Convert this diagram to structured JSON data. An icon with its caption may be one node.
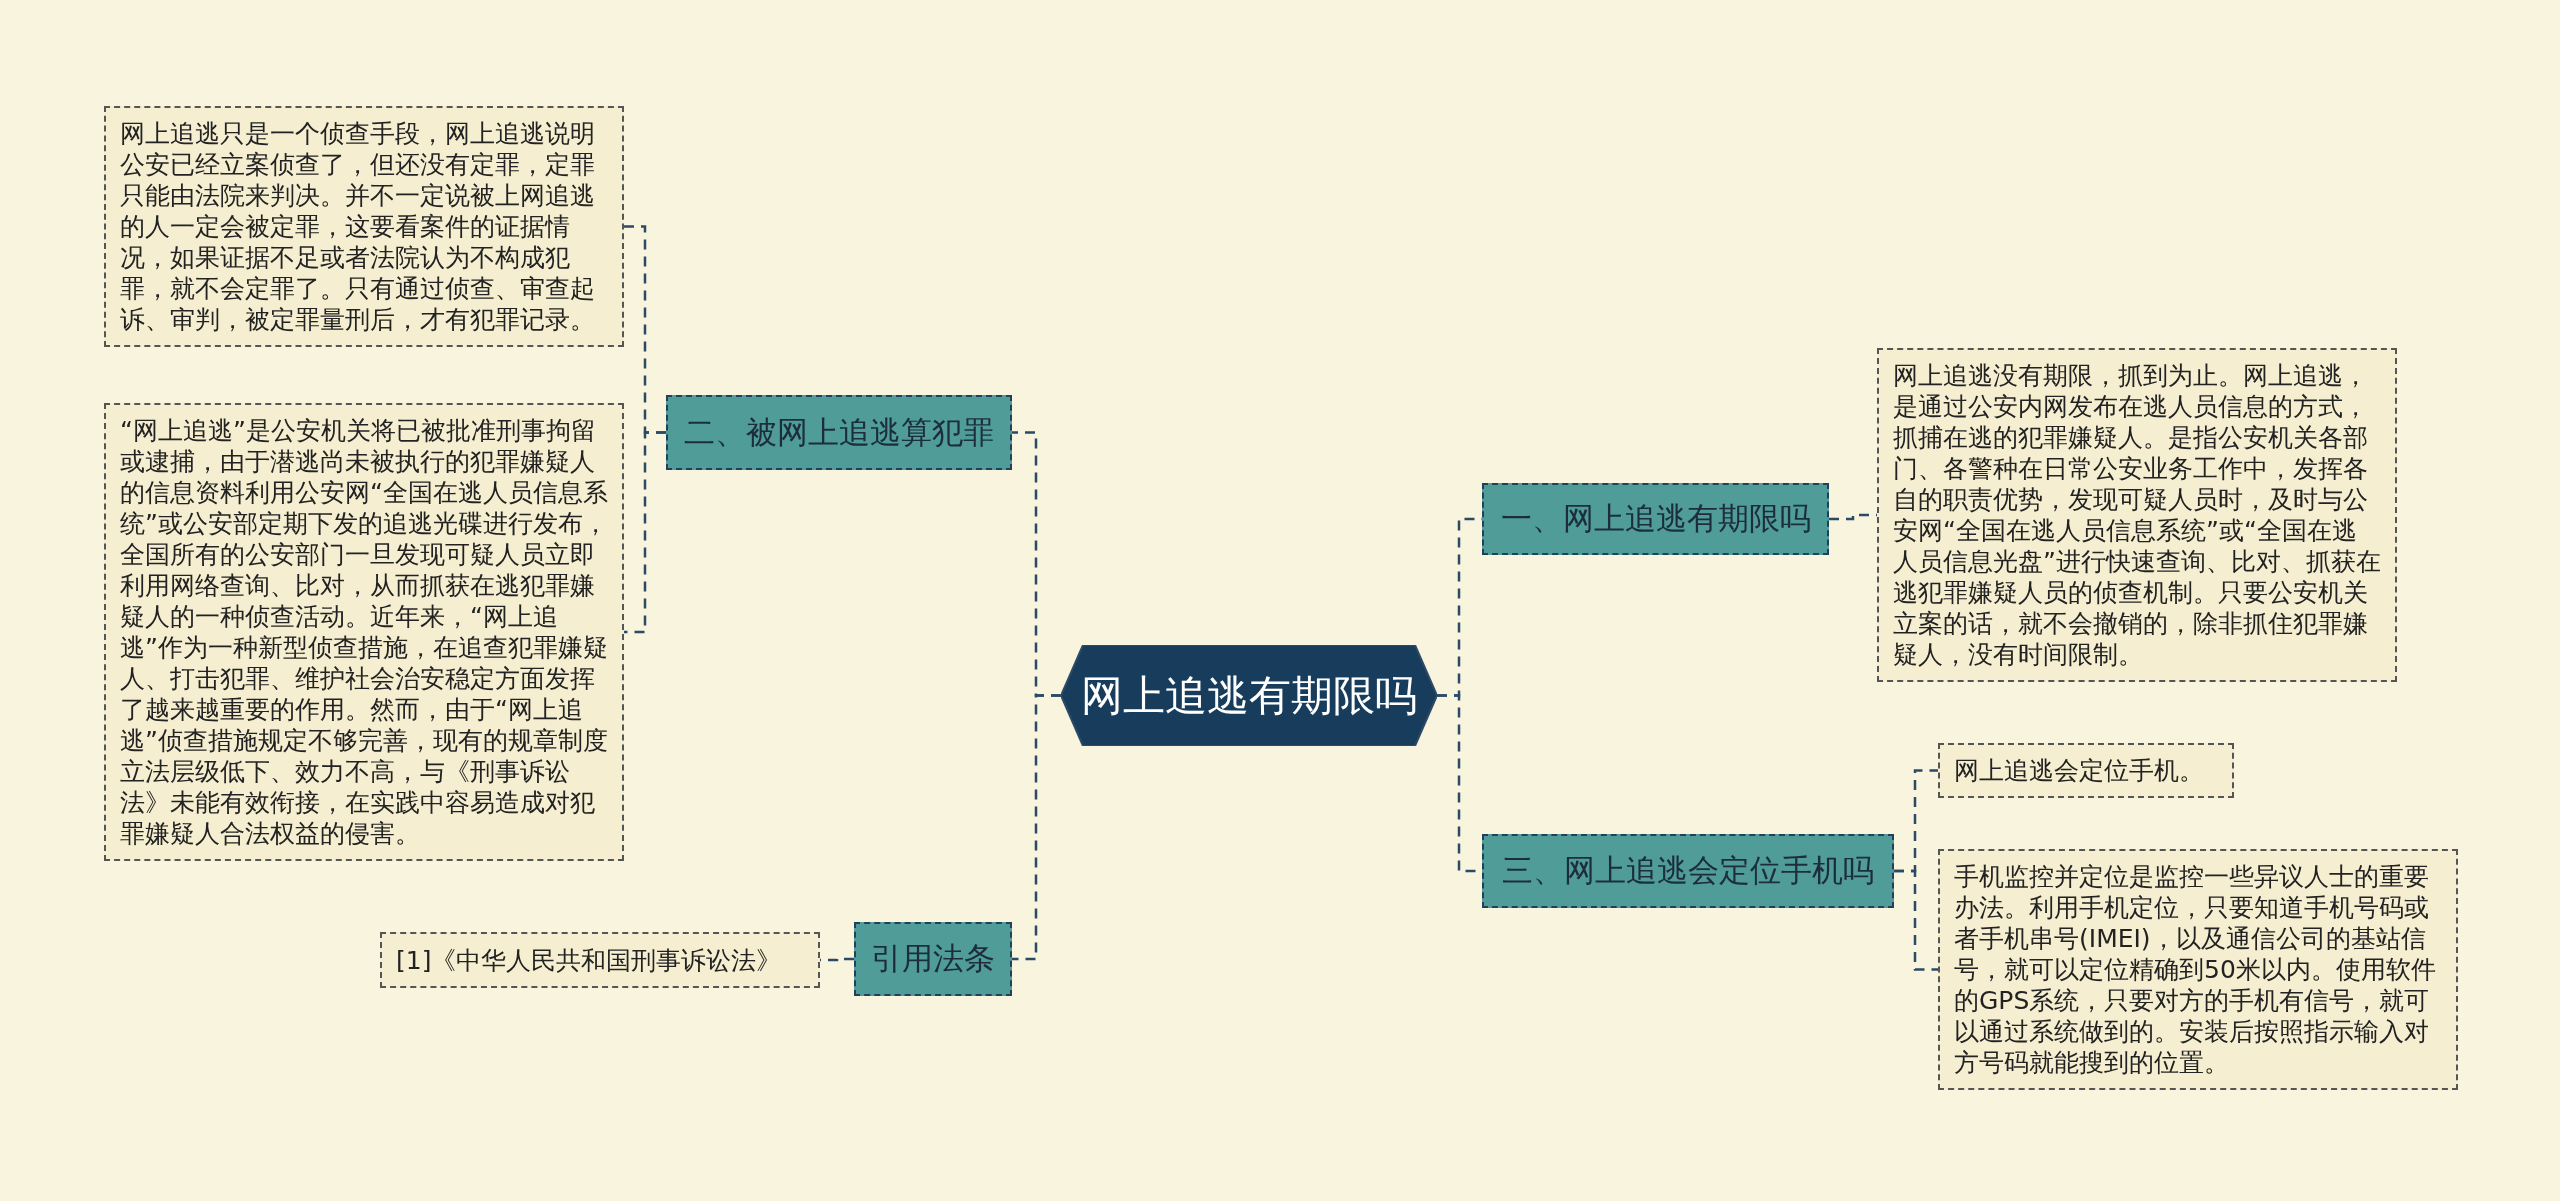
{
  "diagram": {
    "nodes": [
      {
        "text": [
          "网上追逃有期限吗"
        ]
      },
      {
        "text": [
          "二、被网上追逃算犯罪"
        ]
      },
      {
        "text": [
          "网上追逃只是一个侦查手段，网上追逃说明公安已经立案侦查了，但还没有定罪，定罪只能由法院来判决。并不一定说被上网追逃的人一定会被定罪，这要看案件的证据情况，如果证据不足或者法院认为不构成犯罪，就不会定罪了。只有通过侦查、审查起诉、审判，被定罪量刑后，才有犯罪记录。"
        ]
      },
      {
        "text": [
          "“网上追逃”是公安机关将已被批准刑事拘留或逮捕，由于潜逃尚未被执行的犯罪嫌疑人的信息资料利用公安网“全国在逃人员信息系统”或公安部定期下发的追逃光碟进行发布，全国所有的公安部门一旦发现可疑人员立即利用网络查询、比对，从而抓获在逃犯罪嫌疑人的一种侦查活动。近年来，“网上追逃”作为一种新型侦查措施，在追查犯罪嫌疑人、打击犯罪、维护社会治安稳定方面发挥了越来越重要的作用。然而，由于“网上追逃”侦查措施规定不够完善，现有的规章制度立法层级低下、效力不高，与《刑事诉讼法》未能有效衔接，在实践中容易造成对犯罪嫌疑人合法权益的侵害。"
        ]
      },
      {
        "text": [
          "引用法条"
        ]
      },
      {
        "text": [
          "[1]《中华人民共和国刑事诉讼法》"
        ]
      },
      {
        "text": [
          "一、网上追逃有期限吗"
        ]
      },
      {
        "text": [
          "网上追逃没有期限，抓到为止。网上追逃，是通过公安内网发布在逃人员信息的方式，抓捕在逃的犯罪嫌疑人。是指公安机关各部门、各警种在日常公安业务工作中，发挥各自的职责优势，发现可疑人员时，及时与公安网“全国在逃人员信息系统”或“全国在逃人员信息光盘”进行快速查询、比对、抓获在逃犯罪嫌疑人员的侦查机制。只要公安机关立案的话，就不会撤销的，除非抓住犯罪嫌疑人，没有时间限制。"
        ]
      },
      {
        "text": [
          "三、网上追逃会定位手机吗"
        ]
      },
      {
        "text": [
          "网上追逃会定位手机。"
        ]
      },
      {
        "text": [
          "手机监控并定位是监控一些异议人士的重要办法。利用手机定位，只要知道手机号码或者手机串号(IMEI)，以及通信公司的基站信号，就可以定位精确到50米以内。使用软件的GPS系统，只要对方的手机有信号，就可以通过系统做到的。安装后按照指示输入对方号码就能搜到的位置。"
        ]
      }
    ],
    "edges": [
      {
        "from": 0,
        "to": 1,
        "arrow": "none"
      },
      {
        "from": 0,
        "to": 4,
        "arrow": "none"
      },
      {
        "from": 0,
        "to": 6,
        "arrow": "none"
      },
      {
        "from": 0,
        "to": 8,
        "arrow": "none"
      },
      {
        "from": 1,
        "to": 2,
        "arrow": "none"
      },
      {
        "from": 1,
        "to": 3,
        "arrow": "none"
      },
      {
        "from": 4,
        "to": 5,
        "arrow": "none"
      },
      {
        "from": 6,
        "to": 7,
        "arrow": "none"
      },
      {
        "from": 8,
        "to": 9,
        "arrow": "none"
      },
      {
        "from": 8,
        "to": 10,
        "arrow": "none"
      }
    ]
  }
}
